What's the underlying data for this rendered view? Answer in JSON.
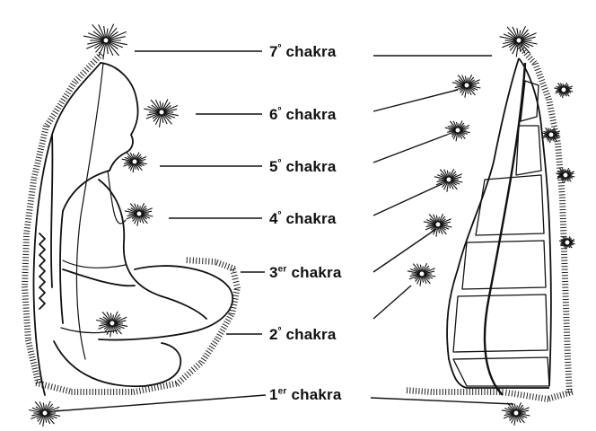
{
  "figure": {
    "labels": [
      {
        "id": "c7",
        "num": "7",
        "sup": "º",
        "word": "chakra"
      },
      {
        "id": "c6",
        "num": "6",
        "sup": "º",
        "word": "chakra"
      },
      {
        "id": "c5",
        "num": "5",
        "sup": "º",
        "word": "chakra"
      },
      {
        "id": "c4",
        "num": "4",
        "sup": "º",
        "word": "chakra"
      },
      {
        "id": "c3",
        "num": "3",
        "sup": "er",
        "word": "chakra"
      },
      {
        "id": "c2",
        "num": "2",
        "sup": "º",
        "word": "chakra"
      },
      {
        "id": "c1",
        "num": "1",
        "sup": "er",
        "word": "chakra"
      }
    ],
    "colors": {
      "ink": "#111111",
      "paper": "#ffffff"
    }
  }
}
